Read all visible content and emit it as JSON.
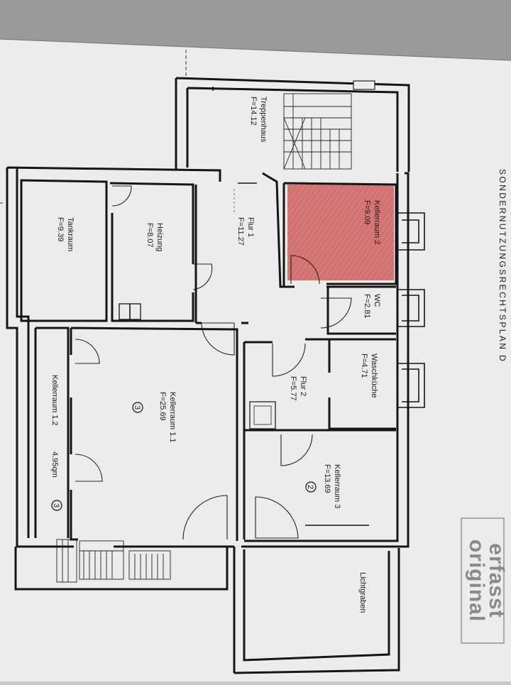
{
  "title": "SONDERNUTZUNGSRECHTSPLAN D",
  "stamp": {
    "line1": "original",
    "line2": "erfasst"
  },
  "highlight_color": "#d46a6a",
  "rooms": [
    {
      "id": "treppenhaus",
      "name": "Treppenhaus",
      "area": "F=14.12"
    },
    {
      "id": "kellerraum-2",
      "name": "Kellerraum 2",
      "area": "F=9.09",
      "highlighted": true
    },
    {
      "id": "tankraum",
      "name": "Tankraum",
      "area": "F=9.39"
    },
    {
      "id": "heizung",
      "name": "Heizung",
      "area": "F=8.07"
    },
    {
      "id": "flur-1",
      "name": "Flur 1",
      "area": "F=11.27"
    },
    {
      "id": "wc",
      "name": "WC",
      "area": "F=2.81"
    },
    {
      "id": "waschkueche",
      "name": "Waschküche",
      "area": "F=4.71"
    },
    {
      "id": "flur-2",
      "name": "Flur 2",
      "area": "F=5.77"
    },
    {
      "id": "kellerraum-1-1",
      "name": "Kellerraum 1.1",
      "area": "F=25.69",
      "marker": "3"
    },
    {
      "id": "kellerraum-1-2",
      "name": "Kellerraum 1.2",
      "area": "4.95qm",
      "marker": "3"
    },
    {
      "id": "kellerraum-3",
      "name": "Kellerraum 3",
      "area": "F=13.69",
      "marker": "2"
    },
    {
      "id": "lichtgraben",
      "name": "Lichtgraben",
      "area": ""
    }
  ]
}
